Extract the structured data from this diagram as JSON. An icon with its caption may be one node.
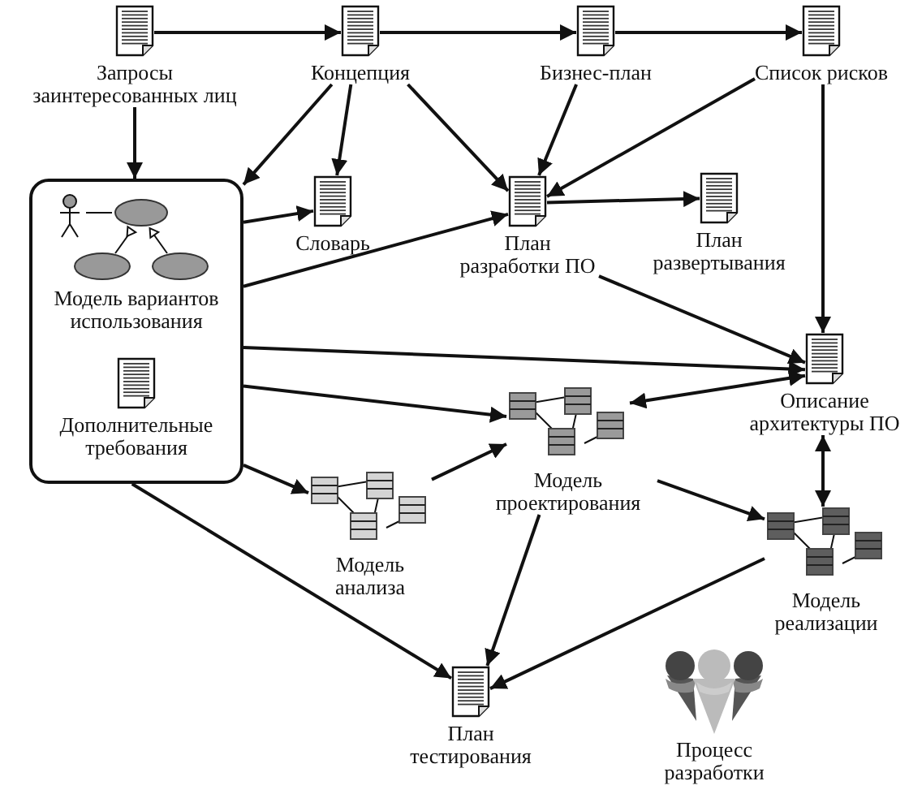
{
  "diagram": {
    "nodes": [
      {
        "text": [
          "Запросы заинтересованных лиц"
        ]
      },
      {
        "text": [
          "Концепция"
        ]
      },
      {
        "text": [
          "Бизнес-план"
        ]
      },
      {
        "text": [
          "Список рисков"
        ]
      },
      {
        "text": [],
        "shape": "box"
      },
      {
        "text": [
          "Модель вариантов использования"
        ],
        "in": 4
      },
      {
        "text": [
          "Дополнительные требования"
        ],
        "in": 4
      },
      {
        "text": [
          "Словарь"
        ]
      },
      {
        "text": [
          "План разработки ПО"
        ]
      },
      {
        "text": [
          "План развертывания"
        ]
      },
      {
        "text": [
          "Описание архитектуры ПО"
        ]
      },
      {
        "text": [
          "Модель проектирования"
        ]
      },
      {
        "text": [
          "Модель анализа"
        ]
      },
      {
        "text": [
          "Модель реализации"
        ]
      },
      {
        "text": [
          "План тестирования"
        ]
      }
    ],
    "edges": [
      {
        "from": 0,
        "to": 1,
        "arrow": "to"
      },
      {
        "from": 1,
        "to": 2,
        "arrow": "to"
      },
      {
        "from": 2,
        "to": 3,
        "arrow": "to"
      },
      {
        "from": 0,
        "to": 4,
        "arrow": "to"
      },
      {
        "from": 1,
        "to": 4,
        "arrow": "to"
      },
      {
        "from": 1,
        "to": 7,
        "arrow": "to"
      },
      {
        "from": 1,
        "to": 8,
        "arrow": "to"
      },
      {
        "from": 2,
        "to": 8,
        "arrow": "to"
      },
      {
        "from": 3,
        "to": 8,
        "arrow": "to"
      },
      {
        "from": 3,
        "to": 10,
        "arrow": "to"
      },
      {
        "from": 4,
        "to": 7,
        "arrow": "to"
      },
      {
        "from": 4,
        "to": 8,
        "arrow": "to"
      },
      {
        "from": 8,
        "to": 9,
        "arrow": "to"
      },
      {
        "from": 8,
        "to": 10,
        "arrow": "to"
      },
      {
        "from": 4,
        "to": 10,
        "arrow": "to"
      },
      {
        "from": 4,
        "to": 11,
        "arrow": "to"
      },
      {
        "from": 4,
        "to": 12,
        "arrow": "to"
      },
      {
        "from": 4,
        "to": 14,
        "arrow": "to"
      },
      {
        "from": 12,
        "to": 11,
        "arrow": "to"
      },
      {
        "from": 11,
        "to": 10,
        "arrow": "both"
      },
      {
        "from": 11,
        "to": 13,
        "arrow": "to"
      },
      {
        "from": 10,
        "to": 13,
        "arrow": "both"
      },
      {
        "from": 11,
        "to": 14,
        "arrow": "to"
      },
      {
        "from": 13,
        "to": 14,
        "arrow": "to"
      }
    ],
    "labels": [
      "Процесс разработки"
    ]
  }
}
